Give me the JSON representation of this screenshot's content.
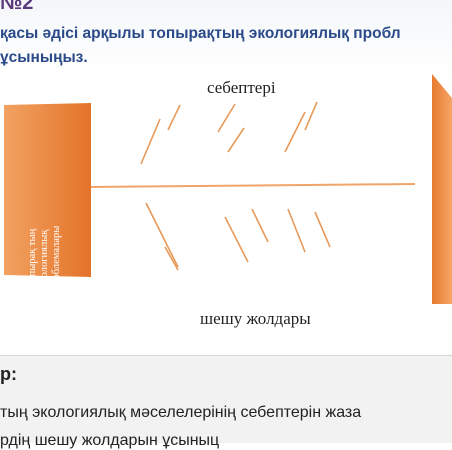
{
  "task": {
    "number": "№2",
    "line1": "қасы әдісі арқылы топырақтың экологиялық пробл",
    "line2": "ұсыныңыз."
  },
  "diagram": {
    "top_label": "себептері",
    "bottom_label": "шешу жолдары",
    "head_lines": [
      "Топырақ тың",
      "экологиялық",
      "проблемалары"
    ],
    "head_color": "#e8843a",
    "tail_color": "#f08c3c",
    "spine_color": "#f0a46a",
    "bone_color": "#e79a5a"
  },
  "footer": {
    "heading": "р:",
    "line1": "тың экологиялық мәселелерінің себептерін жаза",
    "line2": "рдің шешу жолдарын ұсыныц"
  }
}
